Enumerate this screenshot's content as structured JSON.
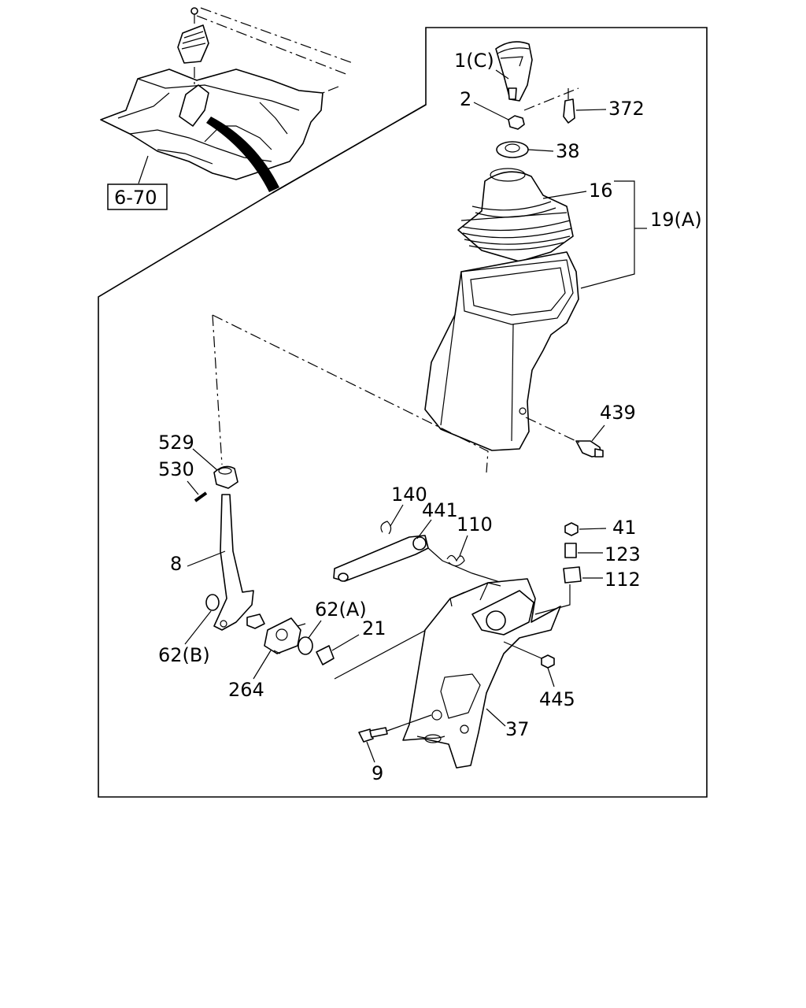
{
  "reference": {
    "label": "6-70"
  },
  "callouts": {
    "p1": "1(C)",
    "p2": "2",
    "p372": "372",
    "p38": "38",
    "p16": "16",
    "p19": "19(A)",
    "p439": "439",
    "p529": "529",
    "p530": "530",
    "p140": "140",
    "p441": "441",
    "p110": "110",
    "p41": "41",
    "p123": "123",
    "p112": "112",
    "p8": "8",
    "p62a": "62(A)",
    "p21": "21",
    "p62b": "62(B)",
    "p264": "264",
    "p445": "445",
    "p37": "37",
    "p9": "9"
  }
}
